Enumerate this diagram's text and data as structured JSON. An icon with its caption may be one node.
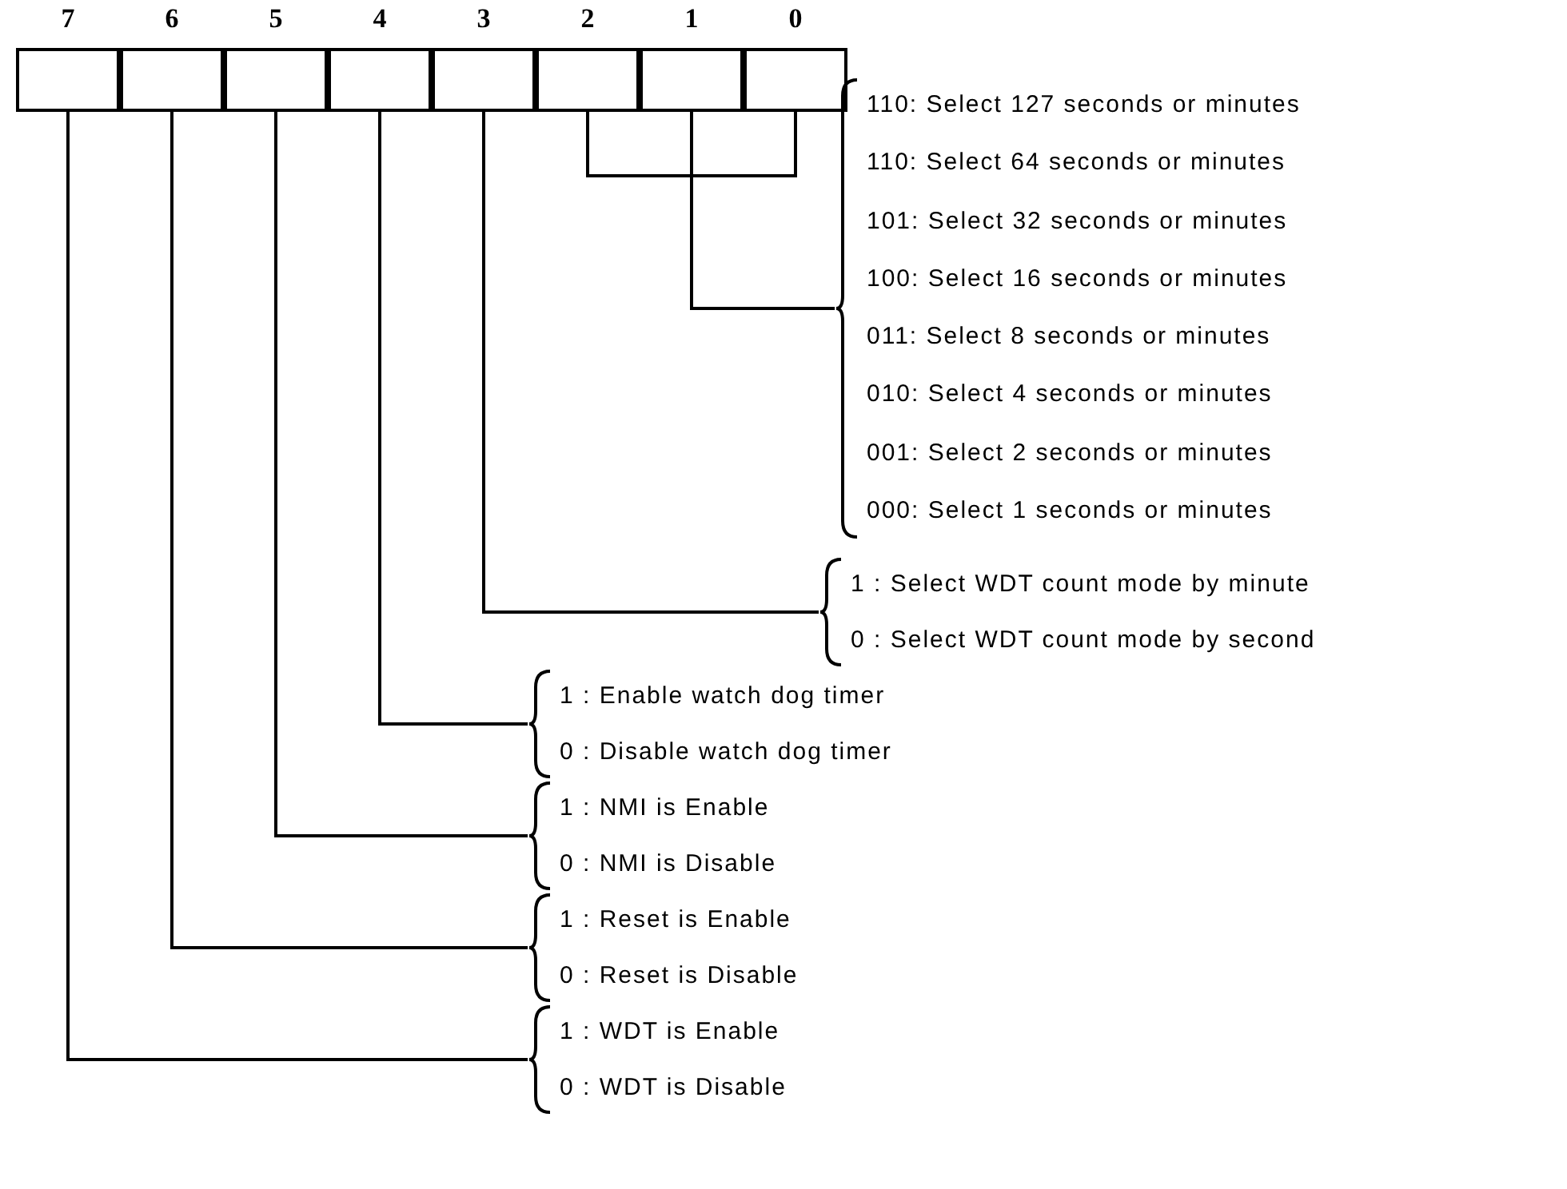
{
  "diagram": {
    "nodes": [
      {
        "text": [
          "7"
        ]
      },
      {
        "text": [
          "6"
        ]
      },
      {
        "text": [
          "5"
        ]
      },
      {
        "text": [
          "4"
        ]
      },
      {
        "text": [
          "3"
        ]
      },
      {
        "text": [
          "2"
        ]
      },
      {
        "text": [
          "1"
        ]
      },
      {
        "text": [
          "0"
        ]
      },
      {
        "text": [
          "110: Select 127 seconds or minutes",
          "110: Select 64 seconds or minutes",
          "101: Select 32 seconds or minutes",
          "100: Select 16 seconds or minutes",
          "011: Select 8 seconds or minutes",
          "010: Select 4 seconds or minutes",
          "001: Select 2 seconds or minutes",
          "000: Select 1 seconds or minutes"
        ]
      },
      {
        "text": [
          "1 : Select WDT count mode by minute",
          "0 : Select WDT count mode by second"
        ]
      },
      {
        "text": [
          "1 : Enable watch dog timer",
          "0 : Disable watch dog timer"
        ]
      },
      {
        "text": [
          "1 : NMI is Enable",
          "0 : NMI is Disable"
        ]
      },
      {
        "text": [
          "1 : Reset is Enable",
          "0 : Reset is Disable"
        ]
      },
      {
        "text": [
          "1 : WDT is Enable",
          "0 : WDT is Disable"
        ]
      }
    ],
    "edges": [
      {
        "from": 5,
        "to": 8,
        "arrow": "none"
      },
      {
        "from": 6,
        "to": 8,
        "arrow": "none"
      },
      {
        "from": 7,
        "to": 8,
        "arrow": "none"
      },
      {
        "from": 4,
        "to": 9,
        "arrow": "none"
      },
      {
        "from": 3,
        "to": 10,
        "arrow": "none"
      },
      {
        "from": 2,
        "to": 11,
        "arrow": "none"
      },
      {
        "from": 1,
        "to": 12,
        "arrow": "none"
      },
      {
        "from": 0,
        "to": 13,
        "arrow": "none"
      }
    ]
  }
}
